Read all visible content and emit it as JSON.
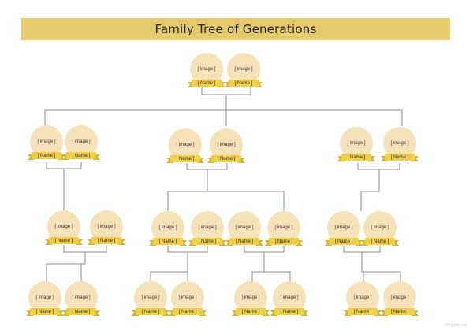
{
  "title": "Family Tree of Generations",
  "placeholder_image": "[ image ]",
  "placeholder_name": "[ Name ]",
  "watermark": "Template.net",
  "colors": {
    "title_bar": "#e6c96a",
    "circle": "#f6e2b8",
    "ribbon": "#f0ce48",
    "ribbon_tail": "#d8b43a",
    "line": "#8c8c8c"
  }
}
